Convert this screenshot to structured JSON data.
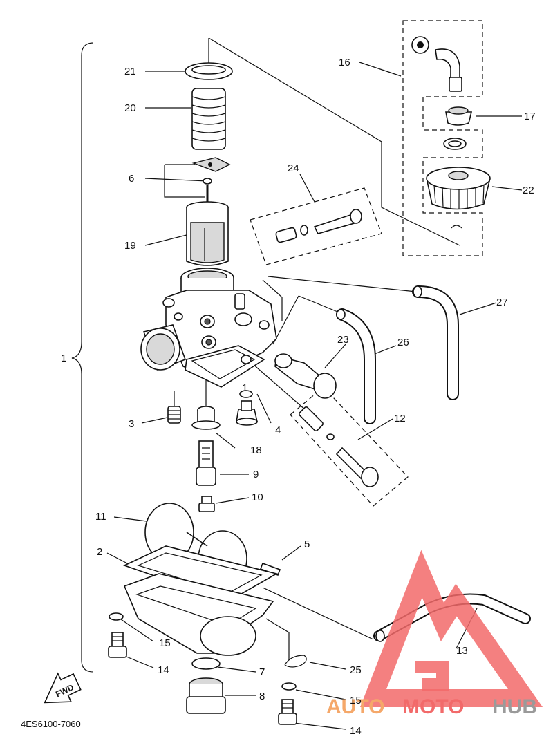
{
  "diagram": {
    "code": "4ES6100-7060",
    "fwd_label": "FWD",
    "labels": [
      "21",
      "20",
      "6",
      "19",
      "16",
      "17",
      "22",
      "24",
      "23",
      "26",
      "27",
      "12",
      "3",
      "1",
      "4",
      "18",
      "9",
      "10",
      "11",
      "5",
      "2",
      "15",
      "14",
      "7",
      "8",
      "25",
      "15",
      "14",
      "13",
      "1"
    ]
  },
  "watermark": {
    "brand_part1": "AUTO",
    "brand_part2": "MOTO",
    "brand_part3": "HUB",
    "color_primary": "#f26a6a",
    "color_secondary": "#f5a86a",
    "color_dark": "#9a9a9a"
  }
}
